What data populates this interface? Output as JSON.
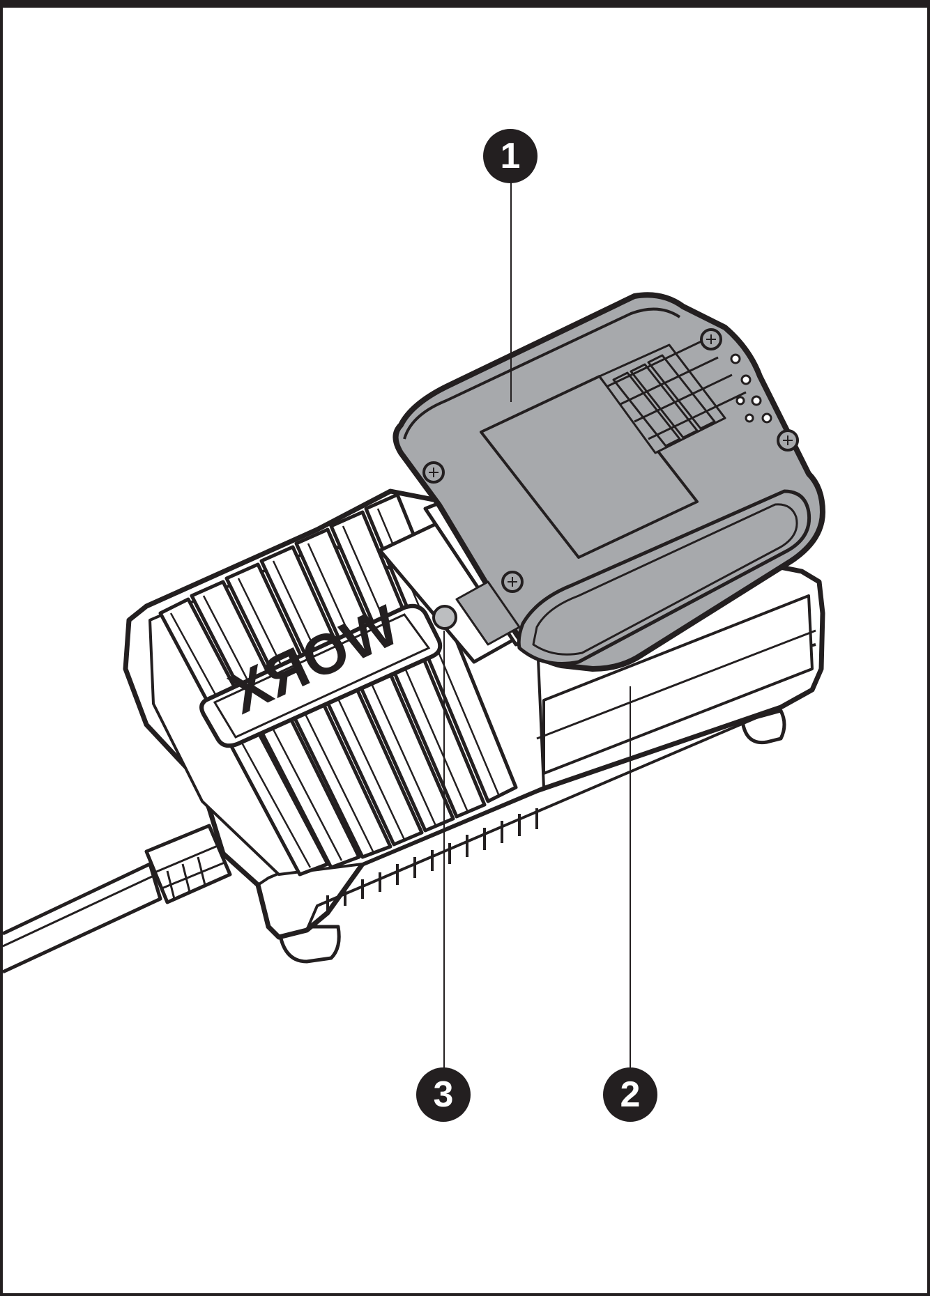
{
  "brand": {
    "logo_text": "WORX"
  },
  "callouts": [
    {
      "id": "1",
      "label": "1",
      "part": "battery-pack"
    },
    {
      "id": "2",
      "label": "2",
      "part": "charger-base"
    },
    {
      "id": "3",
      "label": "3",
      "part": "charge-indicator-light"
    }
  ],
  "colors": {
    "line": "#231f20",
    "battery_fill": "#a7a9ac",
    "charger_fill": "#ffffff",
    "indicator_fill": "#bcbec0"
  }
}
